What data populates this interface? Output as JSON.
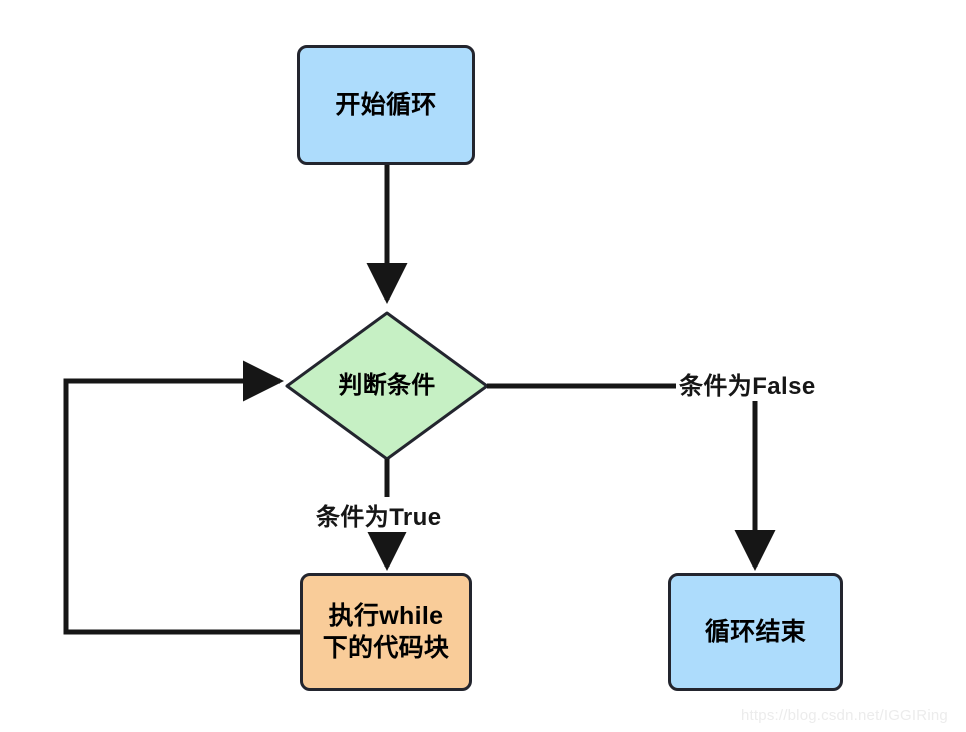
{
  "diagram": {
    "title": "while loop flowchart",
    "background_color": "#ffffff",
    "line_color": "#161616",
    "nodes": {
      "start": {
        "label": "开始循环",
        "shape": "rounded-rectangle",
        "fill": "#addcfc",
        "stroke": "#23252e"
      },
      "decision": {
        "label": "判断条件",
        "shape": "diamond",
        "fill": "#c6f0c4",
        "stroke": "#23252e"
      },
      "body": {
        "label_line1": "执行while",
        "label_line2": "下的代码块",
        "shape": "rounded-rectangle",
        "fill": "#f9cc99",
        "stroke": "#23252e"
      },
      "end": {
        "label": "循环结束",
        "shape": "rounded-rectangle",
        "fill": "#addcfc",
        "stroke": "#23252e"
      }
    },
    "edges": {
      "start_to_decision": {
        "label": ""
      },
      "decision_to_body": {
        "label": "条件为True"
      },
      "decision_to_end": {
        "label": "条件为False"
      },
      "body_to_decision": {
        "label": ""
      }
    },
    "watermark": "https://blog.csdn.net/IGGIRing"
  }
}
